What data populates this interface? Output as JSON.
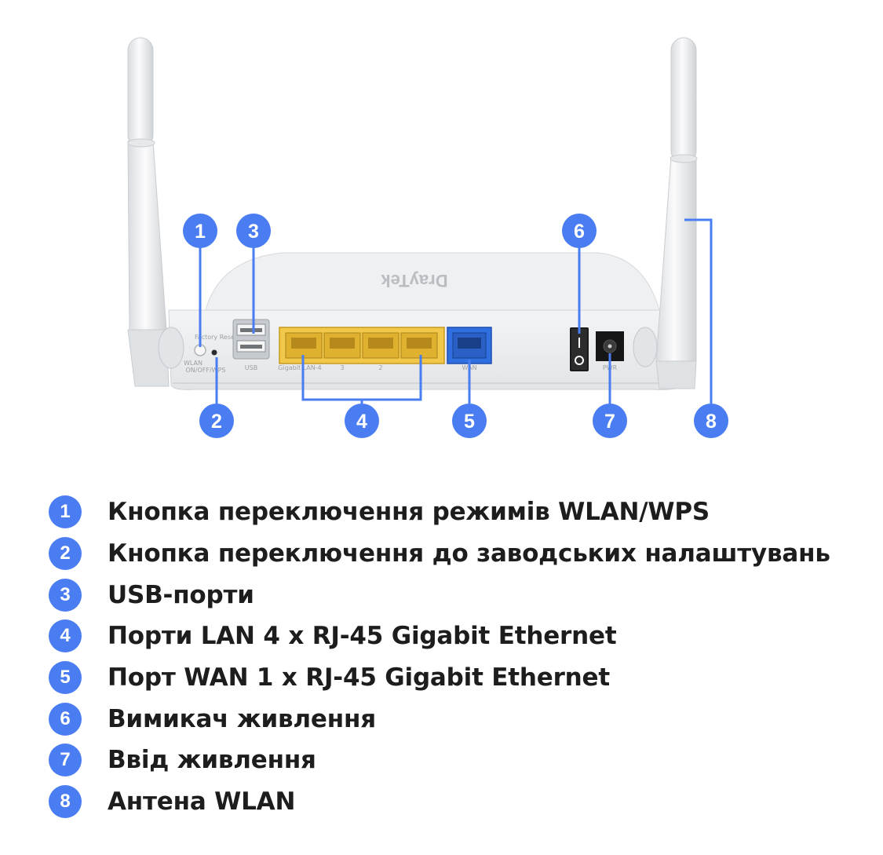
{
  "colors": {
    "accent": "#4a7cf2",
    "lan_ports": "#f2c84b",
    "wan_port": "#2f6fe0",
    "text": "#1d1d1d"
  },
  "device": {
    "brand_logo": "DrayTek",
    "labels": {
      "wlan": "WLAN",
      "on_off_wps": "ON/OFF/WPS",
      "factory_reset": "Factory Reset",
      "usb": "USB",
      "gigabit_lan": "Gigabit LAN-4",
      "lan3": "3",
      "lan2": "2",
      "wan": "WAN",
      "pwr": "PWR"
    }
  },
  "callouts": [
    "1",
    "2",
    "3",
    "4",
    "5",
    "6",
    "7",
    "8"
  ],
  "legend": [
    {
      "num": "1",
      "text": "Кнопка переключення режимів WLAN/WPS"
    },
    {
      "num": "2",
      "text": "Кнопка переключення до заводських налаштувань"
    },
    {
      "num": "3",
      "text": "USB-порти"
    },
    {
      "num": "4",
      "text": "Порти LAN 4 x RJ-45 Gigabit Ethernet"
    },
    {
      "num": "5",
      "text": "Порт WAN 1 x RJ-45 Gigabit Ethernet"
    },
    {
      "num": "6",
      "text": "Вимикач живлення"
    },
    {
      "num": "7",
      "text": "Ввід живлення"
    },
    {
      "num": "8",
      "text": "Антена WLAN"
    }
  ]
}
